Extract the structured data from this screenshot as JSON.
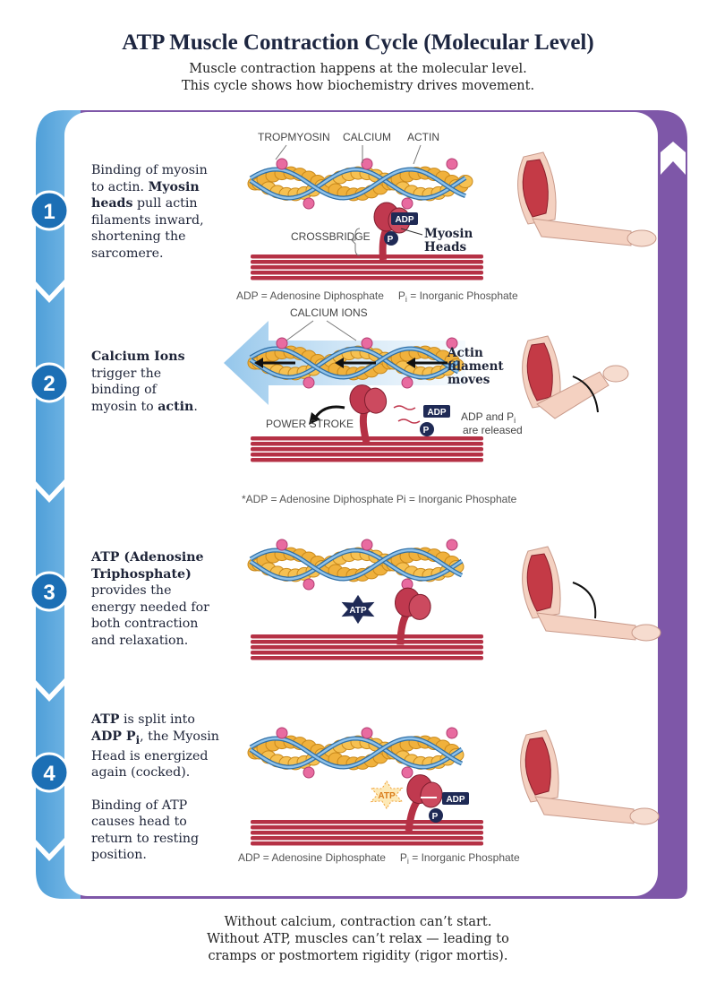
{
  "title": "ATP Muscle Contraction Cycle (Molecular Level)",
  "subtitle": [
    "Muscle contraction happens at the molecular level.",
    "This cycle shows how biochemistry drives movement."
  ],
  "steps": [
    {
      "num": "1",
      "lines": [
        [
          "",
          "Binding of myosin"
        ],
        [
          "",
          "to actin. "
        ],
        [
          "b",
          "Myosin"
        ],
        [
          "b",
          "heads"
        ],
        [
          "",
          "pull actin"
        ],
        [
          "",
          "filaments inward,"
        ],
        [
          "",
          "shortening the"
        ],
        [
          "",
          "sarcomere."
        ]
      ]
    },
    {
      "num": "2",
      "lines": []
    },
    {
      "num": "3",
      "lines": []
    },
    {
      "num": "4",
      "lines": []
    }
  ],
  "step_text": {
    "s1": [
      "Binding of myosin",
      "to actin. ",
      "Myosin",
      "heads",
      " pull actin",
      "filaments inward,",
      "shortening the",
      "sarcomere."
    ],
    "s2": [
      "Calcium Ions",
      "trigger the",
      "binding of",
      "myosin to ",
      "actin",
      "."
    ],
    "s3": [
      "ATP (Adenosine",
      "Triphosphate)",
      "provides the",
      "energy needed for",
      "both contraction",
      "and relaxation."
    ],
    "s4": [
      "ATP",
      " is split into",
      "ADP P",
      "i",
      ", the Myosin",
      "Head is energized",
      "again (cocked).",
      "Binding of ATP",
      "causes head to",
      "return to resting",
      "position."
    ]
  },
  "labels": {
    "tropomyosin": "TROPMYOSIN",
    "calcium": "CALCIUM",
    "actin": "ACTIN",
    "crossbridge": "CROSSBRIDGE",
    "myosin_heads": [
      "Myosin",
      "Heads"
    ],
    "adp": "ADP",
    "pi": "P",
    "pi_sub": "i",
    "calcium_ions": "CALCIUM IONS",
    "actin_moves": [
      "Actin",
      "filament",
      "moves"
    ],
    "power_stroke": "POWER STROKE",
    "released": [
      "ADP and P",
      "i",
      "are released"
    ],
    "atp": "ATP",
    "legend1": [
      "ADP = Adenosine Diphosphate",
      "P",
      "i",
      " = Inorganic Phosphate"
    ],
    "legend2": "*ADP = Adenosine Diphosphate   Pi = Inorganic Phosphate",
    "legend4": [
      "ADP = Adenosine Diphosphate",
      "P",
      "i",
      " = Inorganic Phosphate"
    ]
  },
  "footer": [
    "Without calcium, contraction can’t start.",
    "Without ATP, muscles can’t relax — leading to",
    "cramps or postmortem rigidity (rigor mortis)."
  ],
  "colors": {
    "blue": "#5aa6dc",
    "purple": "#7e57a8",
    "navy": "#1f2a55",
    "muscle": "#b83246",
    "actin": "#f2b33d",
    "tropomyosin": "#5a9bd0",
    "calcium": "#e66a9e"
  }
}
